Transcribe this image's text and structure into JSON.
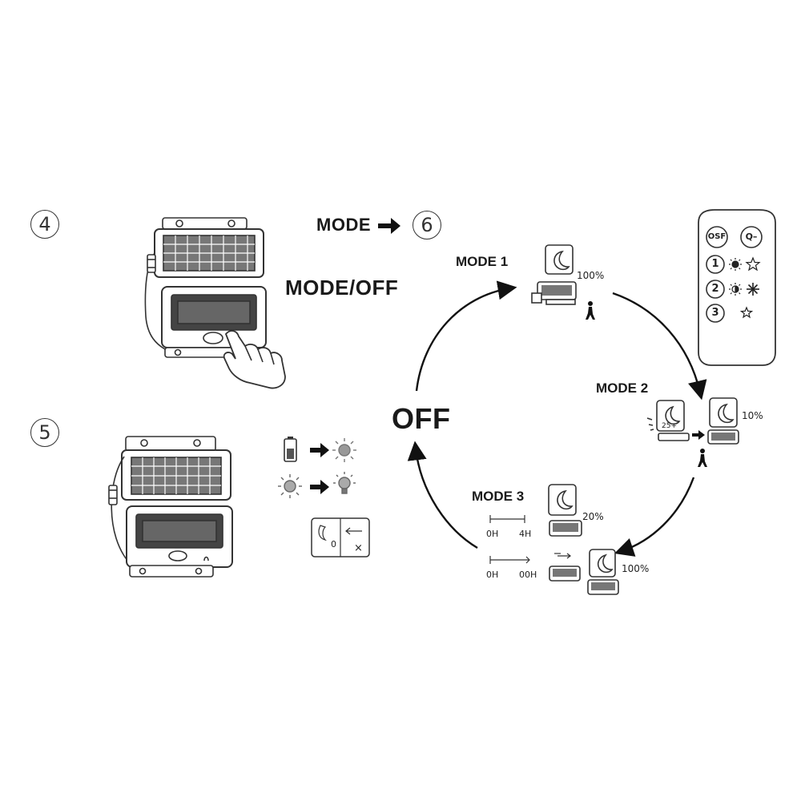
{
  "steps": {
    "four": "4",
    "five": "5",
    "six": "6"
  },
  "labels": {
    "mode_arrow": "MODE",
    "mode_off": "MODE/OFF",
    "off": "OFF",
    "mode1": "MODE 1",
    "mode2": "MODE 2",
    "mode3": "MODE 3",
    "m1_pct": "100%",
    "m2_pct": "10%",
    "m2_temp": "25+",
    "m3_pct_a": "20%",
    "m3_pct_b": "100%",
    "t1_start": "0H",
    "t1_end": "4H",
    "t2_start": "0H",
    "t2_end": "00H",
    "sensor_zero": "0",
    "sensor_x": "×"
  },
  "remote": {
    "btn_osf": "OSF",
    "btn_q": "Q–",
    "btn1": "1",
    "btn2": "2",
    "btn3": "3"
  }
}
